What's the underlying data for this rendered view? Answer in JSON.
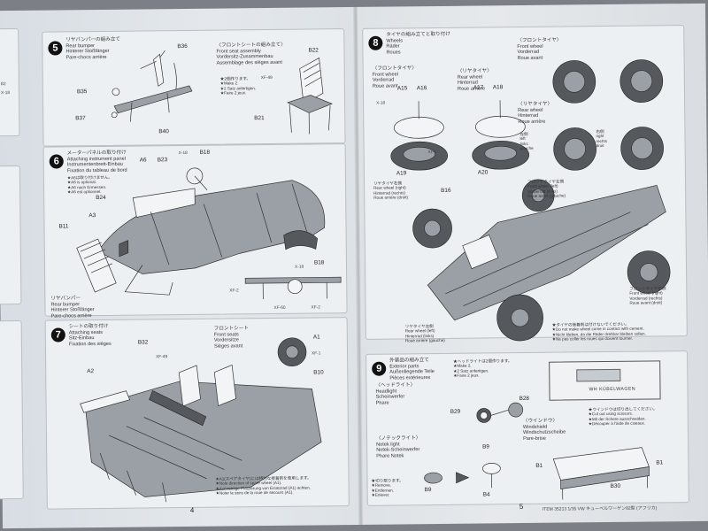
{
  "steps": {
    "s5": {
      "number": "5",
      "title": "リヤバンパーの組み立て\nRear bumper\nHinterer Stoßfänger\nPare-chocs arrière",
      "sub": "〈フロントシートの組み立て〉\nFront seat assembly\nVordersitz-Zusammenbau\nAssemblage des sièges avant",
      "note": "★2個作ります。\n★Make 2.\n★2 Satz anfertigen.\n★Faire 2 jeux.",
      "labels": [
        "B36",
        "B35",
        "B37",
        "B40",
        "B22",
        "B21",
        "XF-49"
      ]
    },
    "s6": {
      "number": "6",
      "title": "メーターパネルの取り付け\nAttaching instrument panel\nInstrumentenbrett-Einbau\nFixation du tableau de bord",
      "note": "★A6は取り付けません。\n★A6 is optional.\n★A6 nach Ermessen.\n★A6 est optionnel.",
      "labels": [
        "A6",
        "B23",
        "X-18",
        "B18",
        "B24",
        "A3",
        "B11",
        "X-18",
        "B18",
        "XF-2",
        "XF-60",
        "XF-2"
      ],
      "bottom": "リヤバンパー\nRear bumper\nHinterer Stoßfänger\nPare-chocs arrière"
    },
    "s7": {
      "number": "7",
      "title": "シートの取り付け\nAttaching seats\nSitz-Einbau\nFixation des sièges",
      "sub": "フロントシート\nFront seats\nVordersitze\nSièges avant",
      "labels": [
        "B32",
        "XF-49",
        "A1",
        "XF-1",
        "B10",
        "A2"
      ],
      "note": "★A1(スペアタイヤ)には特別な接着剤を使用します。\n★Note direction of spare wheel (A1).\n★Auf richtige Platzierung von Ersatzrad (A1) achten.\n★Noter le sens de la roue de secours (A1)."
    },
    "s8": {
      "number": "8",
      "title": "タイヤの組み立てと取り付け\nWheels\nRäder\nRoues",
      "front": "〈フロントタイヤ〉\nFront wheel\nVorderrad\nRoue avant",
      "rear": "〈リヤタイヤ〉\nRear wheel\nHinterrad\nRoue arrière",
      "labels": [
        "A15",
        "A16",
        "A17",
        "A18",
        "A19",
        "A20",
        "X-18",
        "XF-1",
        "B16"
      ],
      "tires_front": "〈フロントタイヤ〉\nFront wheel\nVorderrad\nRoue avant",
      "tires_rear": "〈リヤタイヤ〉\nRear wheel\nHinterrad\nRoue arrière",
      "left": "左側\nleft\nlinks\ngauche",
      "right": "右側\nright\nrechts\ndroit",
      "rw_right": "リヤタイヤ右側\nRear wheel (right)\nHinterrad (rechts)\nRoue arrière (droit)",
      "fw_left": "フロントタイヤ左側\nFront wheel (left)\nVorderrad (links)\nRoue avant (gauche)",
      "fw_right": "フロントタイヤ右側\nFront wheel (right)\nVorderrad (rechts)\nRoue avant (droit)",
      "rw_left": "リヤタイヤ左側\nRear wheel (left)\nHinterrad (links)\nRoue arrière (gauche)",
      "caution": "★タイヤの接着剤は付けないでください。\n★Do not make wheel come in contact with cement.\n★Nicht kleben, da die Räder drehbar bleiben sollen.\n★Ne pas coller les roues qui doivent tourner."
    },
    "s9": {
      "number": "9",
      "title": "外装品の組み立て\nExterior parts\nAußenliegende Teile\nPièces extérieures",
      "head": "〈ヘッドライト〉\nHeadlight\nScheinwerfer\nPhare",
      "notek": "〈ノテックライト〉\nNotek light\nNotek-Scheinwerfer\nPhare Notek",
      "make2": "★ヘッドライトは2個作ります。\n★Make 2.\n★2 Satz anfertigen.\n★Faire 2 jeux.",
      "window": "〈ウインドウ〉\nWindshield\nWindschutzscheibe\nPare-brise",
      "window_note": "★ウインドウは切り出してください。\n★Cut out using scissors.\n★Mit der Schere ausschneiden.\n★Découper à l'aide de ciseaux.",
      "remove": "★切り取ります。\n★Remove.\n★Entfernen.\n★Enlever.",
      "plate": "WH KÜBELWAGEN",
      "labels": [
        "B28",
        "B29",
        "B9",
        "B4",
        "B9",
        "B1",
        "B1",
        "B30"
      ]
    }
  },
  "pages": {
    "left": "4",
    "right": "5"
  },
  "footer": "ITEM 35213  1/35 VW キューベルワーゲン82型 (アフリカ)",
  "side_labels": {
    "b2": "B2",
    "x18": "X-18"
  }
}
